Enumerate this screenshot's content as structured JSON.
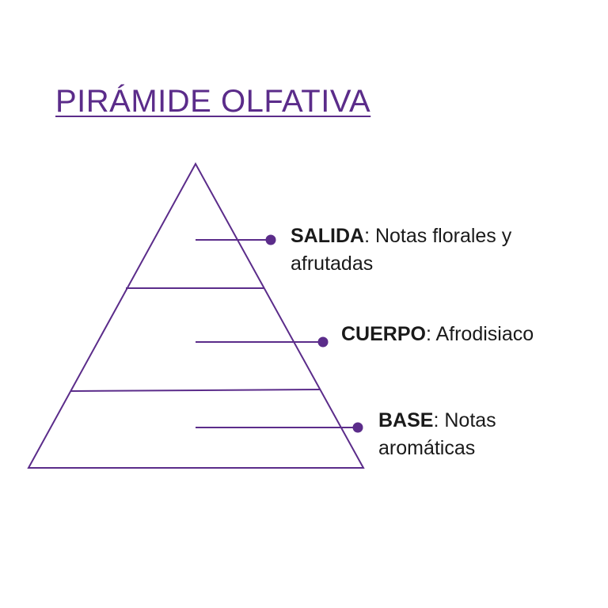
{
  "title": "PIRÁMIDE OLFATIVA",
  "colors": {
    "accent": "#5b2c8a",
    "text": "#1a1a1a",
    "background": "#ffffff"
  },
  "notes": [
    {
      "label": "SALIDA",
      "separator": ":",
      "text": " Notas florales y afrutadas"
    },
    {
      "label": "CUERPO",
      "separator": ":",
      "text": " Afrodisiaco"
    },
    {
      "label": "BASE",
      "separator": ":",
      "text": " Notas aromáticas"
    }
  ]
}
